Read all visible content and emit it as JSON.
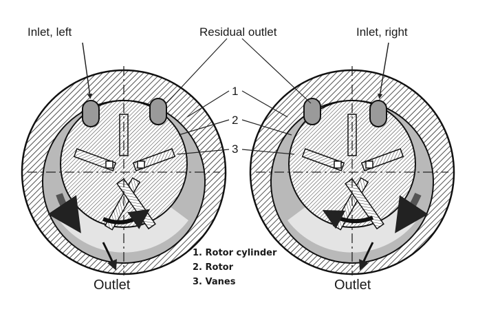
{
  "labels": {
    "inlet_left": "Inlet, left",
    "residual_outlet": "Residual outlet",
    "inlet_right": "Inlet, right",
    "outlet_left": "Outlet",
    "outlet_right": "Outlet"
  },
  "callouts": {
    "one": "1",
    "two": "2",
    "three": "3"
  },
  "legend": [
    "1. Rotor cylinder",
    "2. Rotor",
    "3. Vanes"
  ]
}
